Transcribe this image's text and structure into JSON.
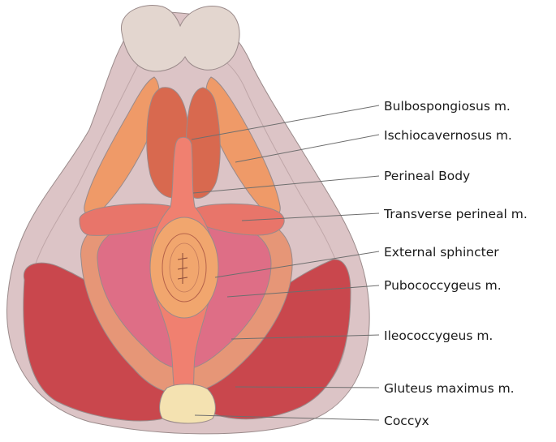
{
  "diagram": {
    "labels": {
      "bulbospongiosus": "Bulbospongiosus m.",
      "ischiocavernosus": "Ischiocavernosus m.",
      "perineal_body": "Perineal Body",
      "transverse_perineal": "Transverse perineal m.",
      "external_sphincter": "External sphincter",
      "pubococcygeus": "Pubococcygeus m.",
      "ileococcygeus": "Ileococcygeus m.",
      "gluteus_maximus": "Gluteus maximus m.",
      "coccyx": "Coccyx"
    },
    "colors": {
      "outer_body": "#dcc4c6",
      "pubis": "#e3d6cf",
      "bulbospongiosus": "#d8694f",
      "ischiocavernosus": "#ef9a68",
      "transverse_perineal": "#e8756a",
      "pubococcygeus": "#de6e86",
      "ileococcygeus": "#e69677",
      "gluteus_maximus": "#c9474d",
      "external_sphincter": "#f1a66e",
      "central_tendon": "#f08070",
      "coccyx": "#f4e2b1"
    }
  }
}
